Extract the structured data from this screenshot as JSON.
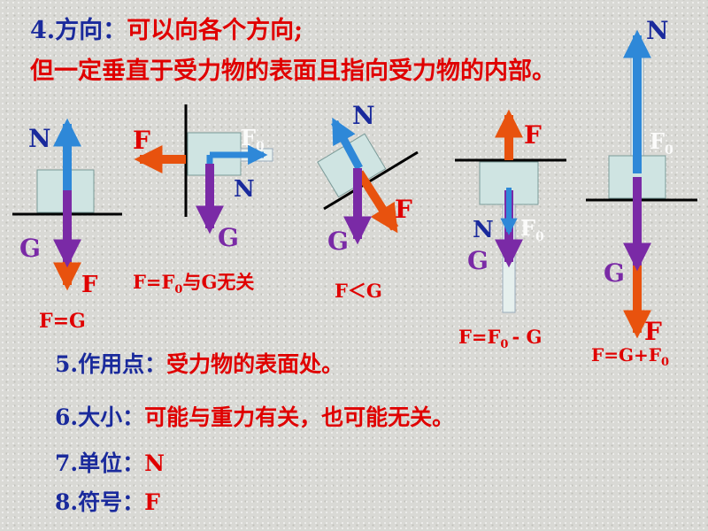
{
  "heading": {
    "line1_prefix": "4.方向：",
    "line1_text": "可以向各个方向;",
    "line2_text": "但一定垂直于受力物的表面且指向受力物的内部。"
  },
  "diagram1": {
    "n": "N",
    "g": "G",
    "f": "F",
    "formula": "F=G"
  },
  "diagram2": {
    "f": "F",
    "f0": "F",
    "f0_sub": "0",
    "n": "N",
    "g": "G",
    "formula_a": "F=F",
    "formula_sub": "0",
    "formula_b": "与G无关"
  },
  "diagram3": {
    "n": "N",
    "f": "F",
    "g": "G",
    "formula": "F＜G"
  },
  "diagram4": {
    "f": "F",
    "n": "N",
    "f0": "F",
    "f0_sub": "0",
    "g": "G",
    "formula_a": "F=F",
    "formula_sub": "0",
    "formula_b": "- G"
  },
  "diagram5": {
    "n": "N",
    "f0": "F",
    "f0_sub": "0",
    "g": "G",
    "f": "F",
    "formula_a": "F=G+F",
    "formula_sub": "0"
  },
  "points": [
    {
      "prefix": "5.作用点：",
      "text": "受力物的表面处。"
    },
    {
      "prefix": "6.大小：",
      "text": "可能与重力有关，也可能无关。"
    },
    {
      "prefix": "7.单位：",
      "text": "N"
    },
    {
      "prefix": "8.符号：",
      "text": "F"
    }
  ],
  "colors": {
    "blue_arrow": "#2e88d8",
    "purple_arrow": "#7a2aa6",
    "red_arrow": "#e8520e",
    "block": "#cfe4e2",
    "label_blue": "#1a2a9c",
    "label_red": "#e00000"
  }
}
